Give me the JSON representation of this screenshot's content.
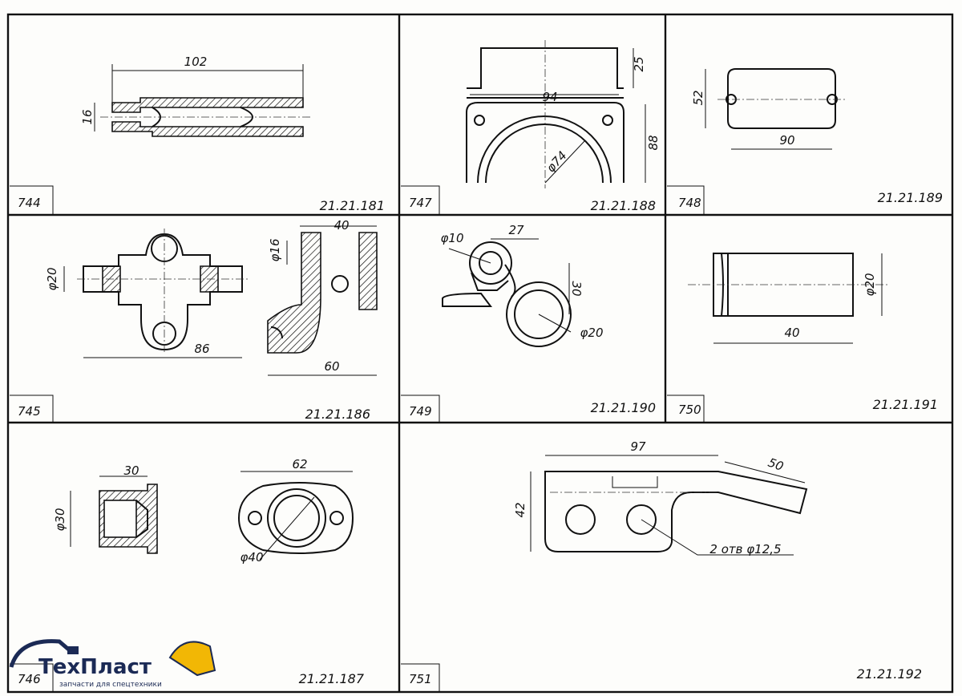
{
  "cells": [
    {
      "number": "744",
      "code": "21.21.181",
      "dims": [
        "102",
        "16"
      ]
    },
    {
      "number": "747",
      "code": "21.21.188",
      "dims": [
        "25",
        "94",
        "88",
        "φ74"
      ]
    },
    {
      "number": "748",
      "code": "21.21.189",
      "dims": [
        "52",
        "90"
      ]
    },
    {
      "number": "745",
      "code": "21.21.186",
      "dims": [
        "φ20",
        "86",
        "40",
        "φ16",
        "60"
      ]
    },
    {
      "number": "749",
      "code": "21.21.190",
      "dims": [
        "φ10",
        "27",
        "30",
        "φ20"
      ]
    },
    {
      "number": "750",
      "code": "21.21.191",
      "dims": [
        "φ20",
        "40"
      ]
    },
    {
      "number": "746",
      "code": "21.21.187",
      "dims": [
        "30",
        "φ30",
        "62",
        "φ40"
      ]
    },
    {
      "number": "751",
      "code": "21.21.192",
      "dims": [
        "97",
        "50",
        "42",
        "2 отв φ12,5"
      ]
    }
  ],
  "logo": {
    "name": "ТехПласт",
    "tagline": "запчасти для спецтехники",
    "colors": {
      "text": "#1b2a55",
      "accent": "#f2b705"
    }
  }
}
